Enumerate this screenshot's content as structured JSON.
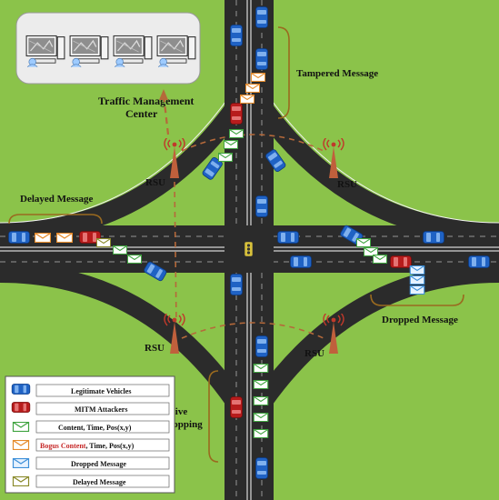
{
  "labels": {
    "tmc_line1": "Traffic Management",
    "tmc_line2": "Center",
    "tampered": "Tampered Message",
    "delayed": "Delayed Message",
    "dropped": "Dropped Message",
    "passive_line1": "Passive",
    "passive_line2": "Eavesdropping",
    "rsu_tl": "RSU",
    "rsu_tr": "RSU",
    "rsu_bl": "RSU",
    "rsu_br": "RSU"
  },
  "legend": {
    "items": [
      {
        "text": "Legitimate Vehicles",
        "icon": "blue-car-icon"
      },
      {
        "text": "MITM Attackers",
        "icon": "red-car-icon"
      },
      {
        "text": "Content, Time, Pos(x,y)",
        "icon": "green-envelope-icon"
      },
      {
        "bogus": "Bogus Content",
        "rest": ", Time, Pos(x,y)",
        "icon": "orange-envelope-icon"
      },
      {
        "text": "Dropped Message",
        "icon": "blue-envelope-icon"
      },
      {
        "text": "Delayed Message",
        "icon": "olive-envelope-icon"
      }
    ]
  },
  "colors": {
    "grass": "#8bc34a",
    "road": "#2b2b2b",
    "legit_car": "#1f62c4",
    "attacker_car": "#b71c1c",
    "green_msg": "#3fa33f",
    "bogus_msg": "#e58a2a",
    "dropped_msg": "#3c8fd8",
    "delayed_msg": "#8a8a2a",
    "bracket": "#9a6a1f",
    "link": "#b5693a",
    "bogus_text": "#c62828"
  }
}
